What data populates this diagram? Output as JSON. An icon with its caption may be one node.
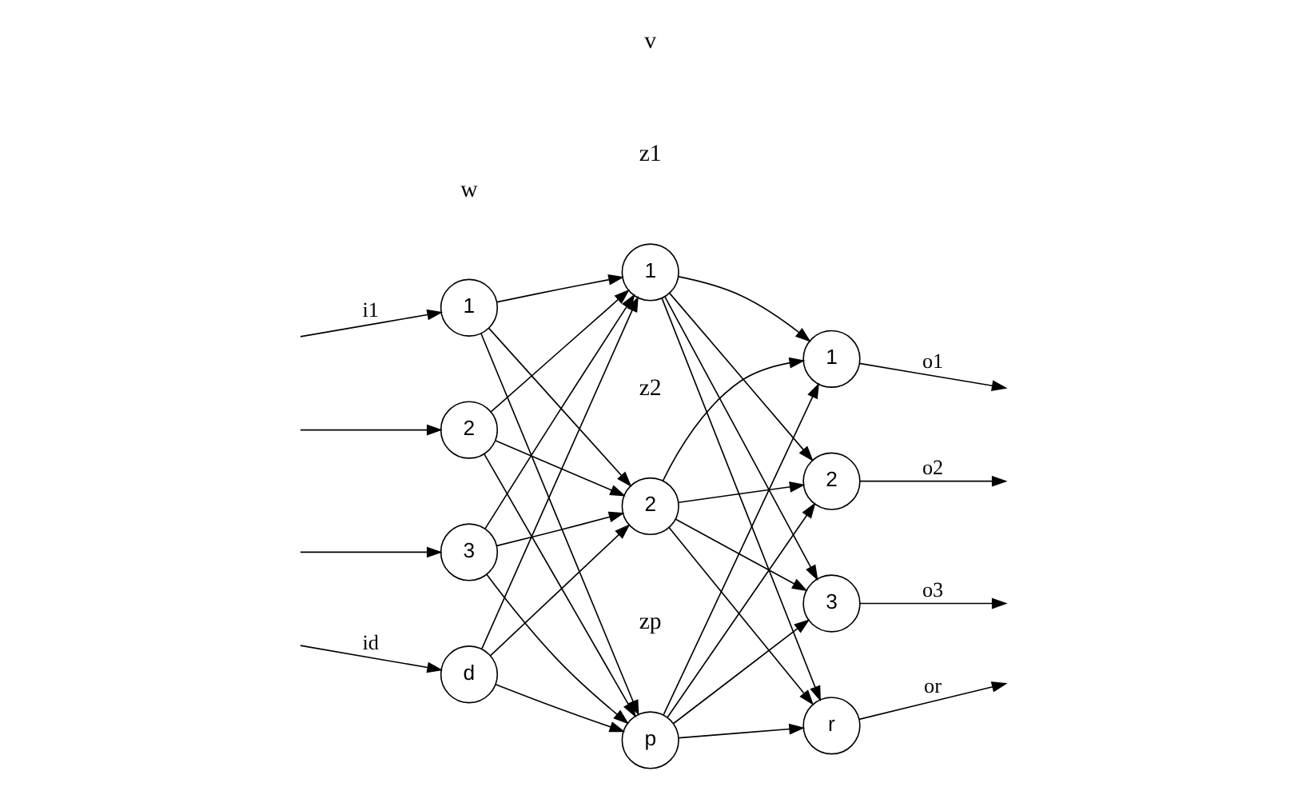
{
  "diagram": {
    "nodes": [
      {
        "text": [
          "1"
        ]
      },
      {
        "text": [
          "2"
        ]
      },
      {
        "text": [
          "3"
        ]
      },
      {
        "text": [
          "d"
        ]
      },
      {
        "text": [
          "1"
        ],
        "beside": [
          "z1"
        ]
      },
      {
        "text": [
          "2"
        ],
        "beside": [
          "z2"
        ]
      },
      {
        "text": [
          "p"
        ],
        "beside": [
          "zp"
        ]
      },
      {
        "text": [
          "1"
        ]
      },
      {
        "text": [
          "2"
        ]
      },
      {
        "text": [
          "3"
        ]
      },
      {
        "text": [
          "r"
        ]
      }
    ],
    "edges": [
      {
        "from": null,
        "to": 0,
        "arrow": "to",
        "label": "i1"
      },
      {
        "from": null,
        "to": 1,
        "arrow": "to"
      },
      {
        "from": null,
        "to": 2,
        "arrow": "to"
      },
      {
        "from": null,
        "to": 3,
        "arrow": "to",
        "label": "id"
      },
      {
        "from": 0,
        "to": 4,
        "arrow": "to"
      },
      {
        "from": 0,
        "to": 5,
        "arrow": "to"
      },
      {
        "from": 0,
        "to": 6,
        "arrow": "to"
      },
      {
        "from": 1,
        "to": 4,
        "arrow": "to"
      },
      {
        "from": 1,
        "to": 5,
        "arrow": "to"
      },
      {
        "from": 1,
        "to": 6,
        "arrow": "to"
      },
      {
        "from": 2,
        "to": 4,
        "arrow": "to"
      },
      {
        "from": 2,
        "to": 5,
        "arrow": "to"
      },
      {
        "from": 2,
        "to": 6,
        "arrow": "to"
      },
      {
        "from": 3,
        "to": 4,
        "arrow": "to"
      },
      {
        "from": 3,
        "to": 5,
        "arrow": "to"
      },
      {
        "from": 3,
        "to": 6,
        "arrow": "to"
      },
      {
        "from": 4,
        "to": 7,
        "arrow": "to"
      },
      {
        "from": 4,
        "to": 8,
        "arrow": "to"
      },
      {
        "from": 4,
        "to": 9,
        "arrow": "to"
      },
      {
        "from": 4,
        "to": 10,
        "arrow": "to"
      },
      {
        "from": 5,
        "to": 7,
        "arrow": "to"
      },
      {
        "from": 5,
        "to": 8,
        "arrow": "to"
      },
      {
        "from": 5,
        "to": 9,
        "arrow": "to"
      },
      {
        "from": 5,
        "to": 10,
        "arrow": "to"
      },
      {
        "from": 6,
        "to": 7,
        "arrow": "to"
      },
      {
        "from": 6,
        "to": 8,
        "arrow": "to"
      },
      {
        "from": 6,
        "to": 9,
        "arrow": "to"
      },
      {
        "from": 6,
        "to": 10,
        "arrow": "to"
      },
      {
        "from": 7,
        "to": null,
        "arrow": "to",
        "label": "o1"
      },
      {
        "from": 8,
        "to": null,
        "arrow": "to",
        "label": "o2"
      },
      {
        "from": 9,
        "to": null,
        "arrow": "to",
        "label": "o3"
      },
      {
        "from": 10,
        "to": null,
        "arrow": "to",
        "label": "or"
      }
    ],
    "labels": [
      "w",
      "v"
    ]
  }
}
